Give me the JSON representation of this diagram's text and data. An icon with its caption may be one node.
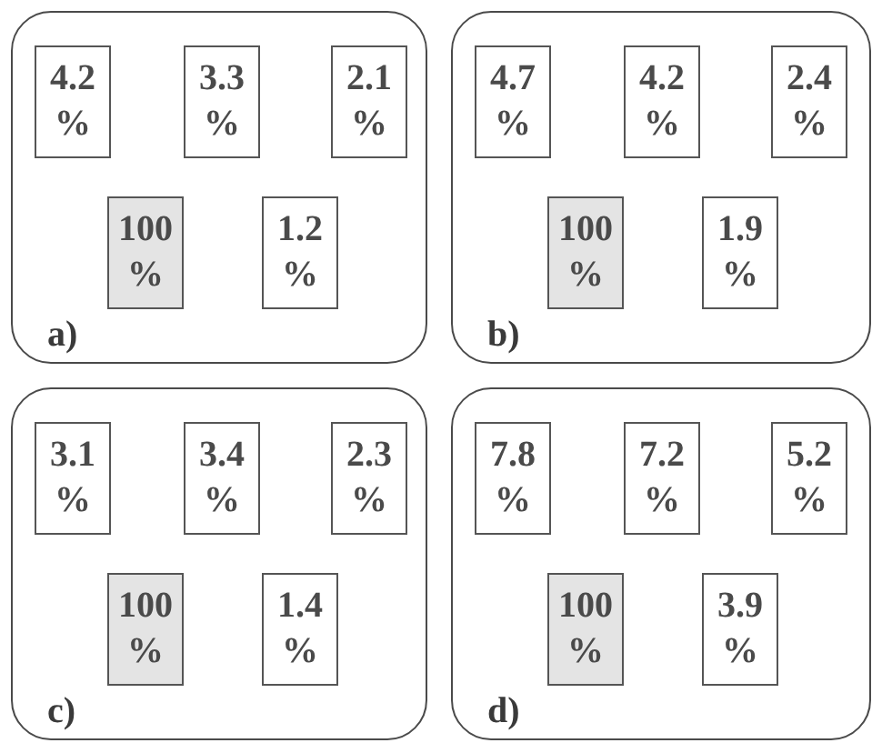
{
  "diagram": {
    "nodes": [
      {
        "text": [
          "a)"
        ]
      },
      {
        "text": [
          "4.2 %"
        ],
        "in": 0
      },
      {
        "text": [
          "3.3 %"
        ],
        "in": 0
      },
      {
        "text": [
          "2.1 %"
        ],
        "in": 0
      },
      {
        "text": [
          "100 %"
        ],
        "in": 0
      },
      {
        "text": [
          "1.2 %"
        ],
        "in": 0
      },
      {
        "text": [
          "b)"
        ]
      },
      {
        "text": [
          "4.7 %"
        ],
        "in": 6
      },
      {
        "text": [
          "4.2 %"
        ],
        "in": 6
      },
      {
        "text": [
          "2.4 %"
        ],
        "in": 6
      },
      {
        "text": [
          "100 %"
        ],
        "in": 6
      },
      {
        "text": [
          "1.9 %"
        ],
        "in": 6
      },
      {
        "text": [
          "c)"
        ]
      },
      {
        "text": [
          "3.1 %"
        ],
        "in": 12
      },
      {
        "text": [
          "3.4 %"
        ],
        "in": 12
      },
      {
        "text": [
          "2.3 %"
        ],
        "in": 12
      },
      {
        "text": [
          "100 %"
        ],
        "in": 12
      },
      {
        "text": [
          "1.4 %"
        ],
        "in": 12
      },
      {
        "text": [
          "d)"
        ]
      },
      {
        "text": [
          "7.8 %"
        ],
        "in": 18
      },
      {
        "text": [
          "7.2 %"
        ],
        "in": 18
      },
      {
        "text": [
          "5.2 %"
        ],
        "in": 18
      },
      {
        "text": [
          "100 %"
        ],
        "in": 18
      },
      {
        "text": [
          "3.9 %"
        ],
        "in": 18
      }
    ]
  }
}
